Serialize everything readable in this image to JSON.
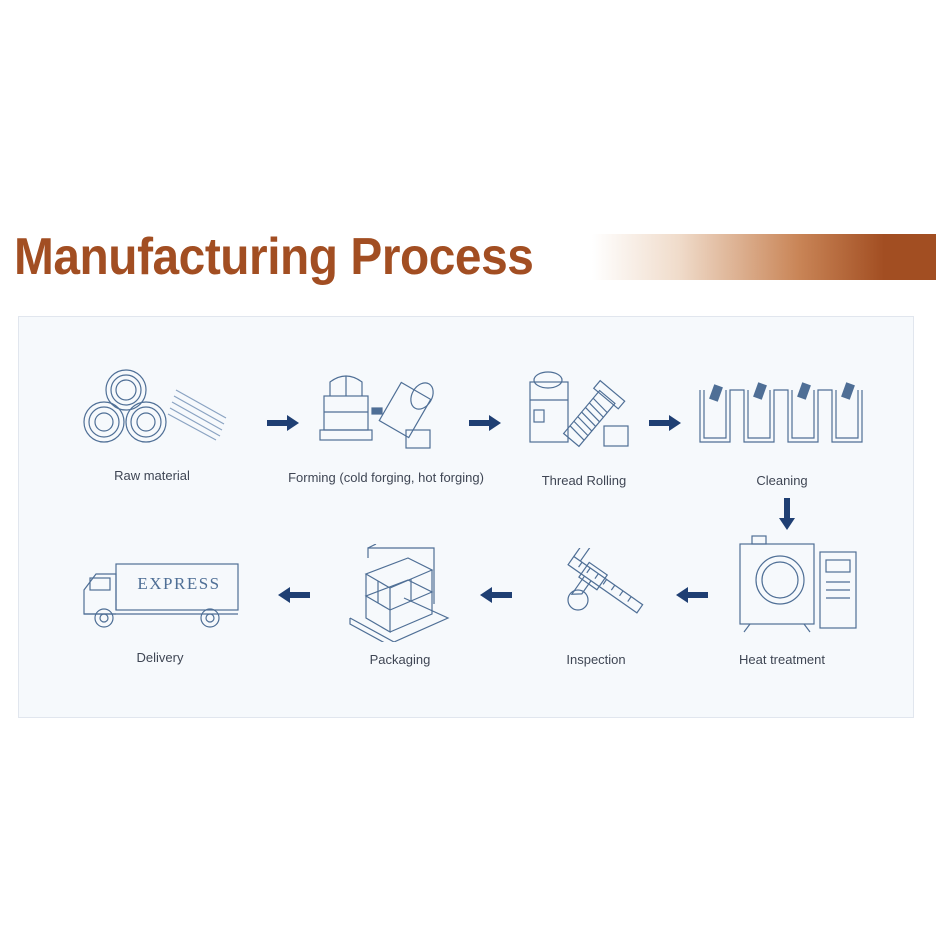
{
  "title": "Manufacturing Process",
  "colors": {
    "title": "#a24e22",
    "line_art": "#4f6f96",
    "arrow": "#1f3f73",
    "panel": "#f6f9fc"
  },
  "steps": [
    {
      "label": "Raw material",
      "icon": "wire-coil-icon"
    },
    {
      "label": "Forming (cold forging, hot forging)",
      "icon": "forging-press-icon"
    },
    {
      "label": "Thread Rolling",
      "icon": "thread-rolling-machine-icon"
    },
    {
      "label": "Cleaning",
      "icon": "cleaning-tank-icon"
    },
    {
      "label": "Heat treatment",
      "icon": "furnace-icon"
    },
    {
      "label": "Inspection",
      "icon": "caliper-icon"
    },
    {
      "label": "Packaging",
      "icon": "boxes-on-pallet-icon"
    },
    {
      "label": "Delivery",
      "icon": "truck-icon"
    }
  ],
  "truck_text": "EXPRESS"
}
